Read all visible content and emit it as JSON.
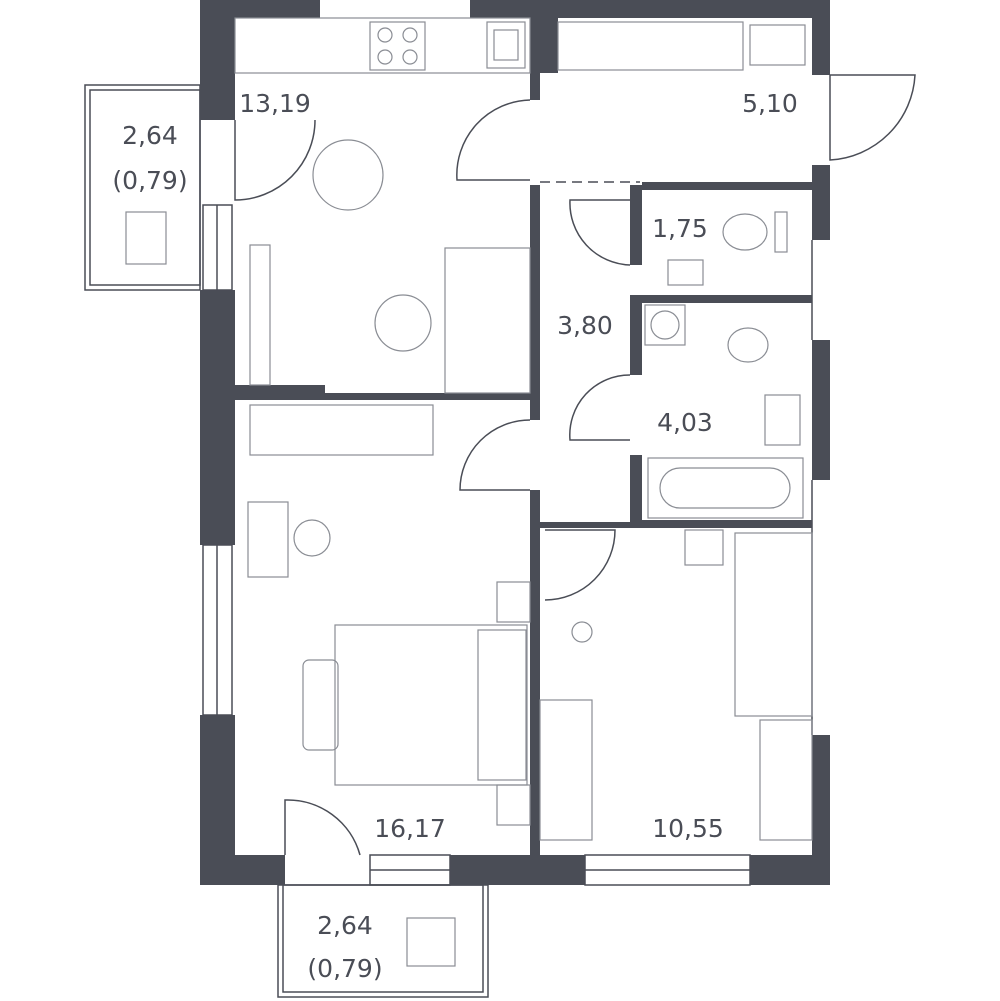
{
  "plan": {
    "rooms": [
      {
        "id": "kitchen-living",
        "area": "13,19"
      },
      {
        "id": "hall",
        "area": "5,10"
      },
      {
        "id": "toilet",
        "area": "1,75"
      },
      {
        "id": "corridor",
        "area": "3,80"
      },
      {
        "id": "bathroom",
        "area": "4,03"
      },
      {
        "id": "bedroom",
        "area": "16,17"
      },
      {
        "id": "kids-room",
        "area": "10,55"
      }
    ],
    "balconies": [
      {
        "id": "balcony-left",
        "area": "2,64",
        "reduced_area": "(0,79)"
      },
      {
        "id": "balcony-bottom",
        "area": "2,64",
        "reduced_area": "(0,79)"
      }
    ],
    "colors": {
      "wall": "#4a4d56",
      "furniture": "#8a8d94"
    }
  }
}
